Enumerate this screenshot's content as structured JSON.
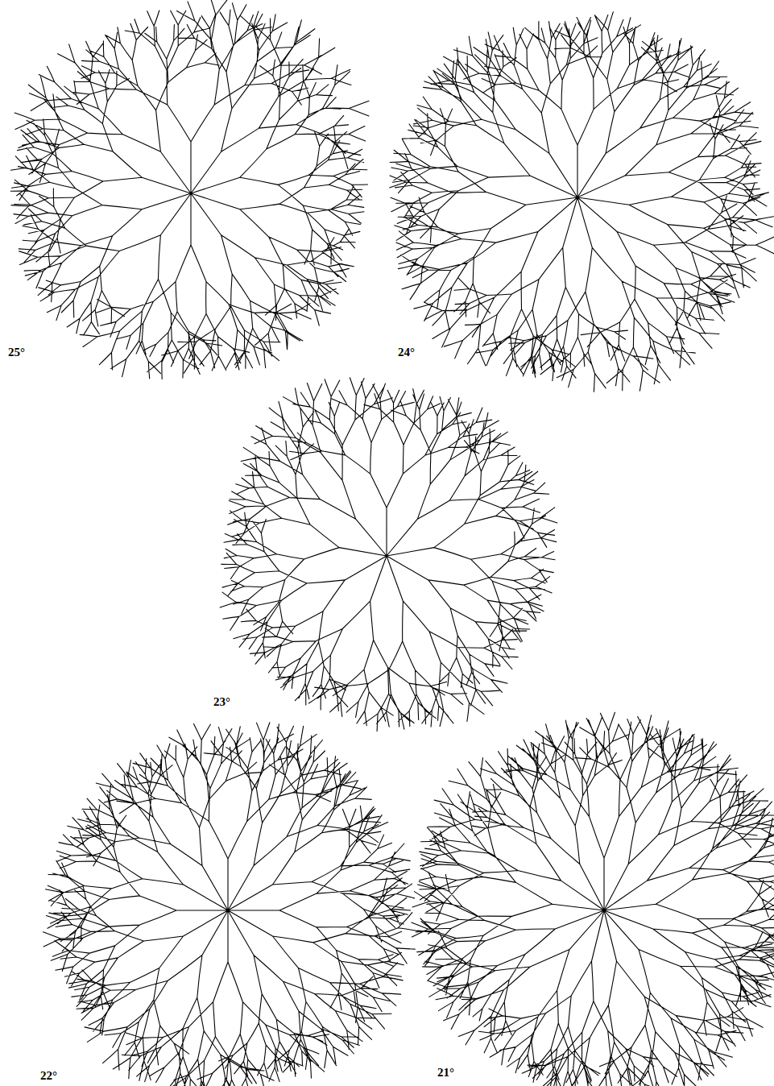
{
  "diagram": {
    "labels": [
      "25°",
      "24°",
      "23°",
      "22°",
      "21°"
    ]
  }
}
